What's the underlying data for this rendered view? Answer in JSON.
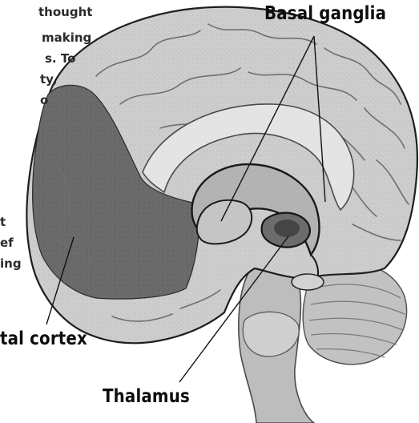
{
  "labels": {
    "basal_ganglia": "Basal ganglia",
    "frontal_cortex": "tal cortex",
    "thalamus": "Thalamus"
  },
  "caption_top": [
    "thought",
    "making",
    "s. To",
    "ty,",
    "o"
  ],
  "caption_bottom": [
    "t",
    "ef",
    "ing"
  ],
  "colors": {
    "brain_light": "#c9c9c9",
    "brain_mid": "#a3a3a3",
    "frontal_cortex": "#6a6a6a",
    "outline": "#1e1e1e",
    "label_text": "#0d0d0d"
  }
}
